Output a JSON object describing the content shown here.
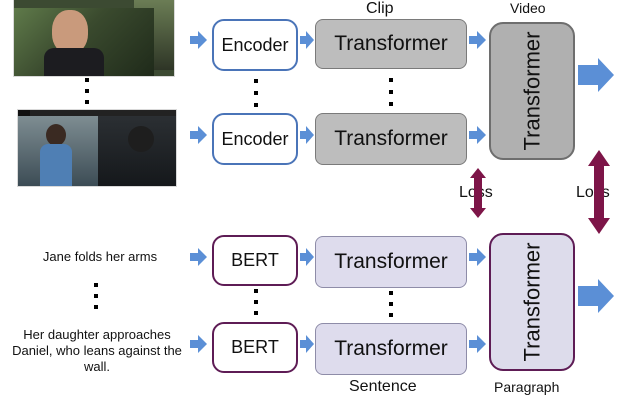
{
  "clip_label": "Clip",
  "video_label": "Video",
  "sentence_label": "Sentence",
  "paragraph_label": "Paragraph",
  "encoder_label": "Encoder",
  "bert_label": "BERT",
  "transformer_label": "Transformer",
  "loss_label": "Loss",
  "sentences": [
    "Jane folds her arms",
    "Her daughter approaches Daniel, who leans against the wall."
  ],
  "colors": {
    "encoder_border": "#4a74b8",
    "bert_border": "#5e1c55",
    "video_transformer_fill": "#b0b0b0",
    "text_transformer_fill": "#dedced",
    "arrow_blue": "#5b8fd6",
    "loss_arrow": "#7d1548"
  }
}
